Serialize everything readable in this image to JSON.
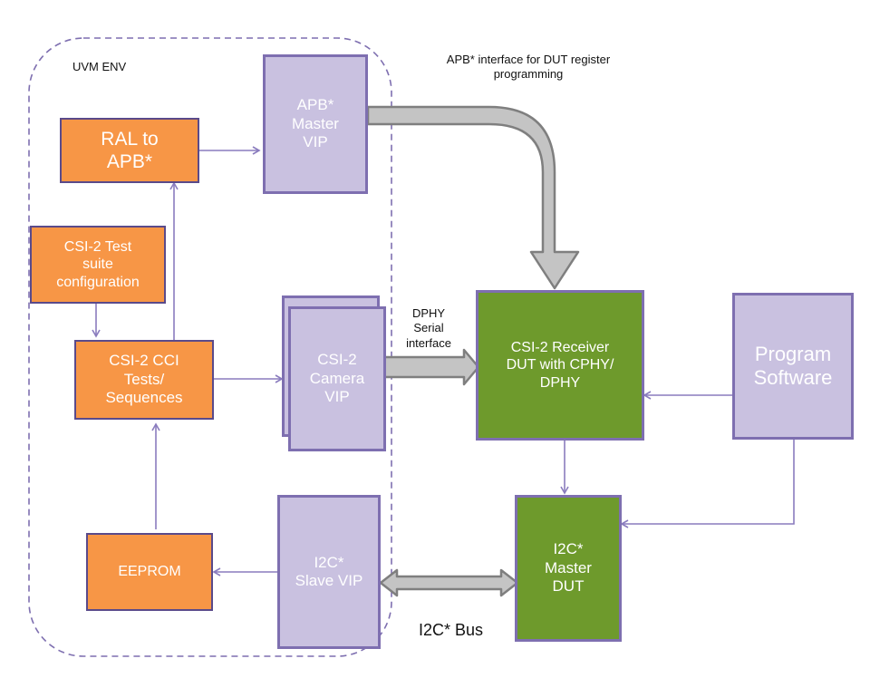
{
  "env": {
    "label": "UVM ENV"
  },
  "labels": {
    "apb_interface": "APB* interface for DUT register\nprogramming",
    "dphy_serial": "DPHY\nSerial\ninterface",
    "i2c_bus": "I2C* Bus"
  },
  "blocks": {
    "ral_to_apb": "RAL to\nAPB*",
    "test_suite_config": "CSI-2  Test\nsuite\nconfiguration",
    "cci_tests": "CSI-2 CCI\nTests/\nSequences",
    "eeprom": "EEPROM",
    "apb_master_vip": "APB*\nMaster\nVIP",
    "csi2_camera_vip": "CSI-2\nCamera\nVIP",
    "i2c_slave_vip": "I2C*\nSlave VIP",
    "csi2_receiver_dut": "CSI-2 Receiver\nDUT with CPHY/\nDPHY",
    "i2c_master_dut": "I2C*\nMaster\nDUT",
    "program_software": "Program\nSoftware"
  },
  "colors": {
    "orange_block": "#f79646",
    "lavender_block": "#c9c1e0",
    "green_block": "#6e9a2c",
    "connector": "#8a7cbe",
    "wide_arrow_fill": "#c4c4c4",
    "wide_arrow_border": "#7f7f7f"
  }
}
